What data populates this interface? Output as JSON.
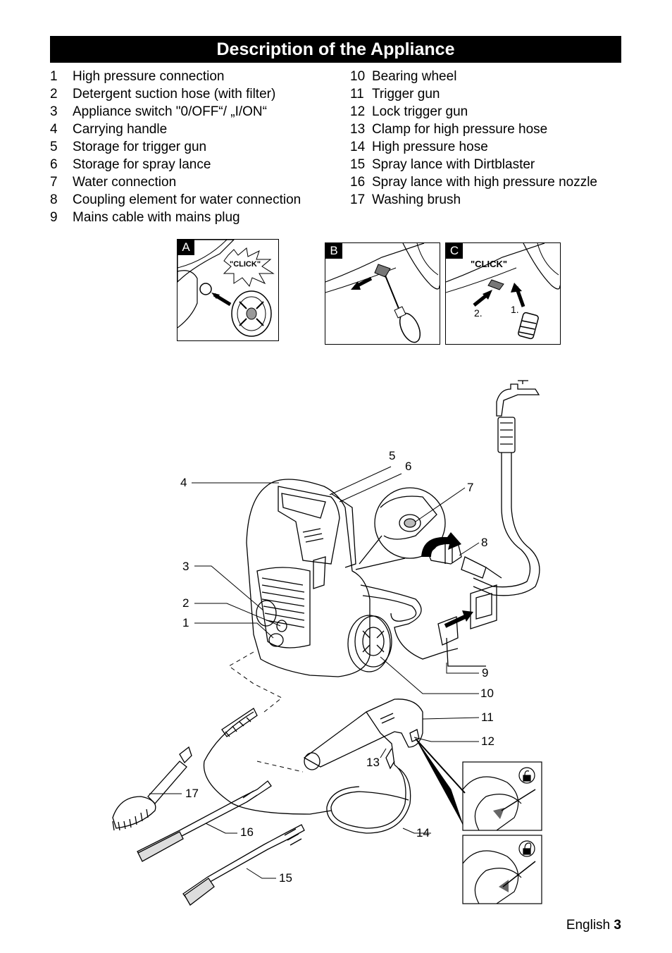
{
  "title": "Description of the Appliance",
  "legend_left": [
    {
      "num": "1",
      "text": "High pressure connection"
    },
    {
      "num": "2",
      "text": "Detergent suction hose (with filter)"
    },
    {
      "num": "3",
      "text": "Appliance switch \"0/OFF“/ „I/ON“"
    },
    {
      "num": "4",
      "text": "Carrying handle"
    },
    {
      "num": "5",
      "text": "Storage for trigger gun"
    },
    {
      "num": "6",
      "text": "Storage for spray lance"
    },
    {
      "num": "7",
      "text": "Water connection"
    },
    {
      "num": "8",
      "text": "Coupling element for water connection"
    },
    {
      "num": "9",
      "text": "Mains cable with mains plug"
    }
  ],
  "legend_right": [
    {
      "num": "10",
      "text": "Bearing wheel"
    },
    {
      "num": "11",
      "text": "Trigger gun"
    },
    {
      "num": "12",
      "text": "Lock trigger gun"
    },
    {
      "num": "13",
      "text": "Clamp for high pressure hose"
    },
    {
      "num": "14",
      "text": "High pressure hose"
    },
    {
      "num": "15",
      "text": "Spray lance with Dirtblaster"
    },
    {
      "num": "16",
      "text": "Spray lance with high pressure nozzle"
    },
    {
      "num": "17",
      "text": "Washing brush"
    }
  ],
  "panels": {
    "a": {
      "tag": "A",
      "click": "\"CLICK\""
    },
    "b": {
      "tag": "B"
    },
    "c": {
      "tag": "C",
      "click": "\"CLICK\"",
      "step1": "1.",
      "step2": "2."
    }
  },
  "callouts": [
    "1",
    "2",
    "3",
    "4",
    "5",
    "6",
    "7",
    "8",
    "9",
    "10",
    "11",
    "12",
    "13",
    "14",
    "15",
    "16",
    "17"
  ],
  "footer": {
    "language": "English",
    "page": "3"
  }
}
